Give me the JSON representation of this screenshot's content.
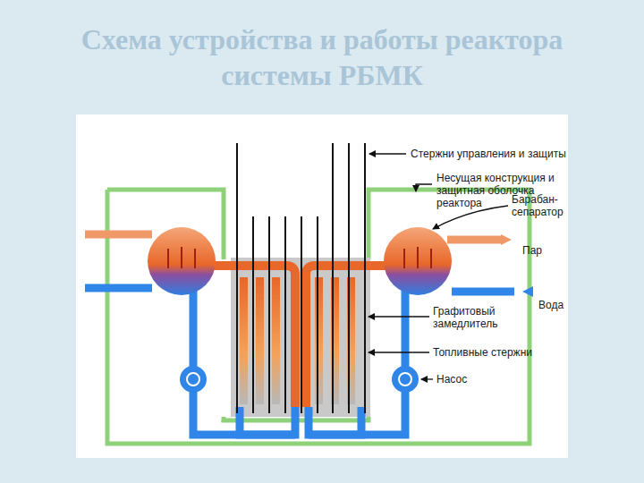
{
  "diagram": {
    "title": "Схема устройства и работы реактора системы РБМК",
    "labels": [
      "Стержни управления и защиты",
      "Несущая конструкция и защитная оболочка реактора",
      "Барабан-сепаратор",
      "Пар",
      "Вода",
      "Графитовый замедлитель",
      "Топливные стержни",
      "Насос"
    ]
  }
}
